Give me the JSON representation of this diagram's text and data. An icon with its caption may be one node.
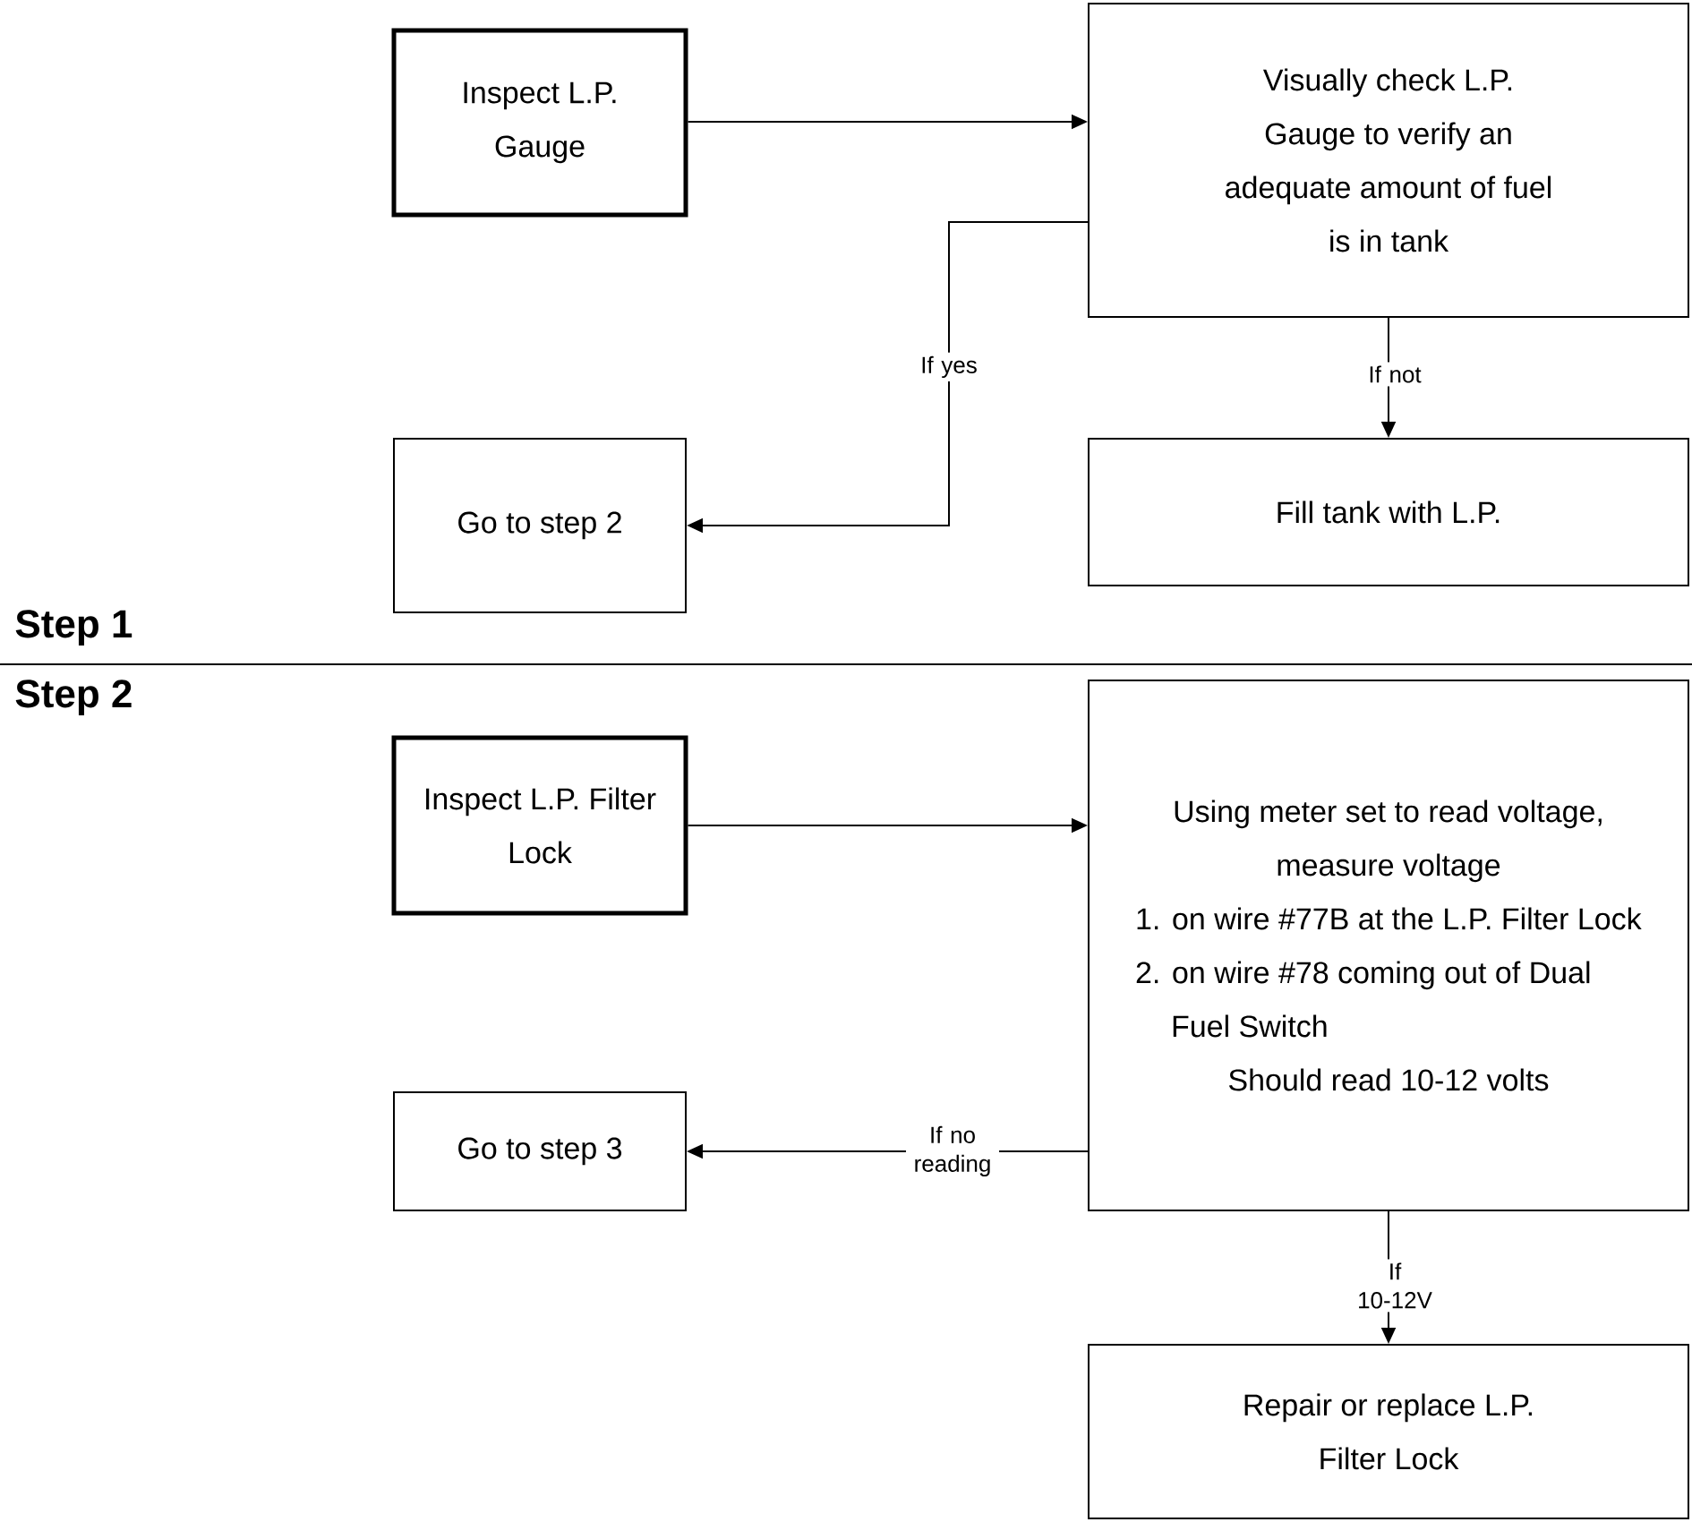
{
  "diagram": {
    "nodes": [
      {
        "text": [
          "Inspect L.P. Gauge"
        ]
      },
      {
        "text": [
          "Visually check L.P. Gauge to verify an adequate amount of fuel is in tank"
        ]
      },
      {
        "text": [
          "Go to step 2"
        ]
      },
      {
        "text": [
          "Fill tank with L.P."
        ]
      },
      {
        "text": [
          "Inspect L.P. Filter Lock"
        ]
      },
      {
        "text": [
          "Using meter set to read voltage,  measure voltage",
          "1. on wire #77B at the L.P. Filter Lock",
          "2. on wire #78 coming out of Dual Fuel Switch",
          "Should read 10-12 volts"
        ]
      },
      {
        "text": [
          "Go to step 3"
        ]
      },
      {
        "text": [
          "Repair or replace L.P. Filter Lock"
        ]
      }
    ],
    "edges": [
      {
        "from": 0,
        "to": 1,
        "arrow": "to"
      },
      {
        "from": 1,
        "to": 2,
        "arrow": "to",
        "label": "If yes"
      },
      {
        "from": 1,
        "to": 3,
        "arrow": "to",
        "label": "If not"
      },
      {
        "from": 4,
        "to": 5,
        "arrow": "to"
      },
      {
        "from": 5,
        "to": 6,
        "arrow": "to",
        "label": "If no reading"
      },
      {
        "from": 5,
        "to": 7,
        "arrow": "to",
        "label": "If 10-12V"
      }
    ],
    "labels": [
      "Step 1",
      "Step 2"
    ]
  }
}
